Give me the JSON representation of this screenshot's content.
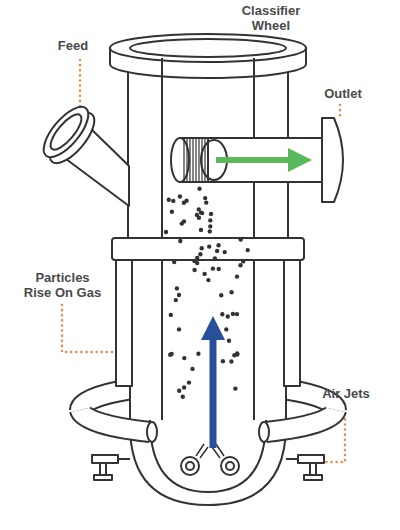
{
  "diagram": {
    "labels": [
      "Classifier Wheel",
      "Feed",
      "Outlet",
      "Particles Rise On Gas",
      "Air Jets"
    ]
  }
}
